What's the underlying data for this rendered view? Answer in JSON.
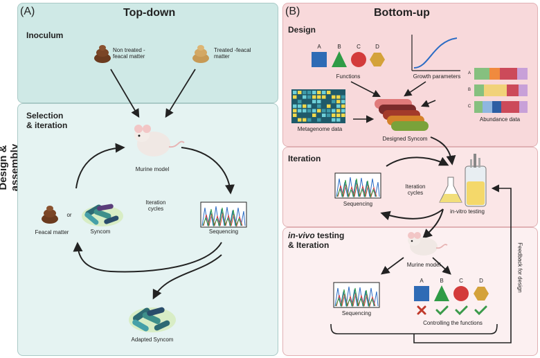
{
  "side_label": "Design & assembly",
  "left": {
    "tag": "(A)",
    "title": "Top-down",
    "inoculum_title": "Inoculum",
    "non_treated": "Non treated -\nfeacal matter",
    "treated": "Treated -feacal\nmatter",
    "selection_title": "Selection\n& iteration",
    "murine": "Murine model",
    "iteration_cycles": "Iteration\ncycles",
    "feacal": "Feacal matter",
    "or": "or",
    "syncom": "Syncom",
    "sequencing": "Sequencing",
    "adapted": "Adapted Syncom"
  },
  "right": {
    "tag": "(B)",
    "title": "Bottom-up",
    "design_title": "Design",
    "shapes": [
      "A",
      "B",
      "C",
      "D"
    ],
    "functions": "Functions",
    "growth": "Growth parameters",
    "abundance_rows": [
      "A",
      "B",
      "C"
    ],
    "abundance": "Abundance data",
    "metagenome": "Metagenome data",
    "designed": "Designed Syncom",
    "iteration_title": "Iteration",
    "sequencing": "Sequencing",
    "iteration_cycles": "Iteration\ncycles",
    "invitro": "in-vitro testing",
    "invivo_title_italic": "in-vivo",
    "invivo_title_rest": " testing",
    "invivo_title_line2": "& Iteration",
    "murine": "Murine model",
    "sequencing2": "Sequencing",
    "controlling": "Controlling the functions",
    "feedback": "Feedback for design",
    "results": [
      "cross",
      "check",
      "check",
      "check"
    ]
  },
  "colors": {
    "left_top_bg": "#cfe9e6",
    "left_bottom_bg": "#e5f3f2",
    "right_design_bg": "#f8d9db",
    "right_iter_bg": "#fbe6e7",
    "right_invivo_bg": "#fcf0f1",
    "shape_a": "#2e6bb5",
    "shape_b": "#2f9b46",
    "shape_c": "#d33b3b",
    "shape_d": "#d4a23a"
  }
}
